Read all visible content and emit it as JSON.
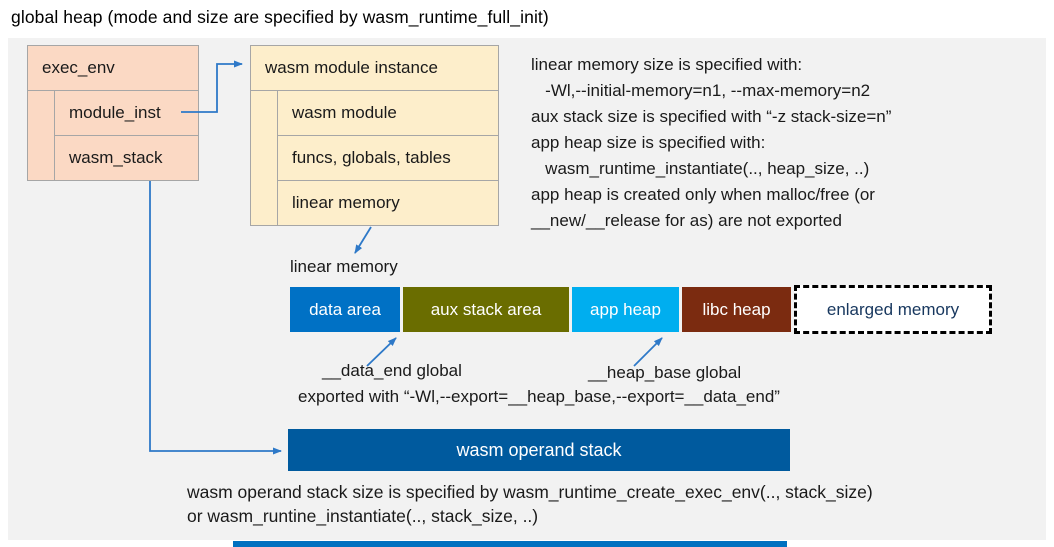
{
  "title": "global heap (mode and size are specified by wasm_runtime_full_init)",
  "exec_env": {
    "header": "exec_env",
    "rows": [
      "module_inst",
      "wasm_stack"
    ]
  },
  "module_instance": {
    "header": "wasm module instance",
    "rows": [
      "wasm module",
      "funcs, globals, tables",
      "linear memory"
    ]
  },
  "notes": {
    "lines": [
      "linear memory size is specified with:",
      "   -Wl,--initial-memory=n1, --max-memory=n2",
      "aux stack size is specified with “-z stack-size=n”",
      "app heap size is specified with:",
      "   wasm_runtime_instantiate(.., heap_size, ..)",
      "app heap is created only when malloc/free (or",
      "__new/__release for as) are not exported"
    ]
  },
  "linear_memory": {
    "label": "linear memory",
    "segments": [
      {
        "label": "data area",
        "color": "#0071c5"
      },
      {
        "label": "aux stack area",
        "color": "#6a6d00"
      },
      {
        "label": "app heap",
        "color": "#00aeef"
      },
      {
        "label": "libc heap",
        "color": "#7b2b10"
      },
      {
        "label": "enlarged memory",
        "color": "#ffffff",
        "text_color": "#17375e",
        "border": "dashed"
      }
    ],
    "data_end_label": "__data_end global",
    "heap_base_label": "__heap_base global",
    "exported_note": "exported with “-Wl,--export=__heap_base,--export=__data_end”"
  },
  "operand_stack": {
    "label": "wasm operand stack",
    "color": "#005a9e"
  },
  "footer": {
    "line1": "wasm operand stack size is specified by wasm_runtime_create_exec_env(.., stack_size)",
    "line2": "or wasm_runtine_instantiate(.., stack_size, ..)"
  },
  "colors": {
    "arrow": "#2e79c8",
    "panel_bg": "#f2f2f2",
    "exec_env_fill": "#fbd9c4",
    "module_instance_fill": "#fdeecb",
    "box_border": "#a6a6a6",
    "bottom_strip": "#0070c0"
  }
}
